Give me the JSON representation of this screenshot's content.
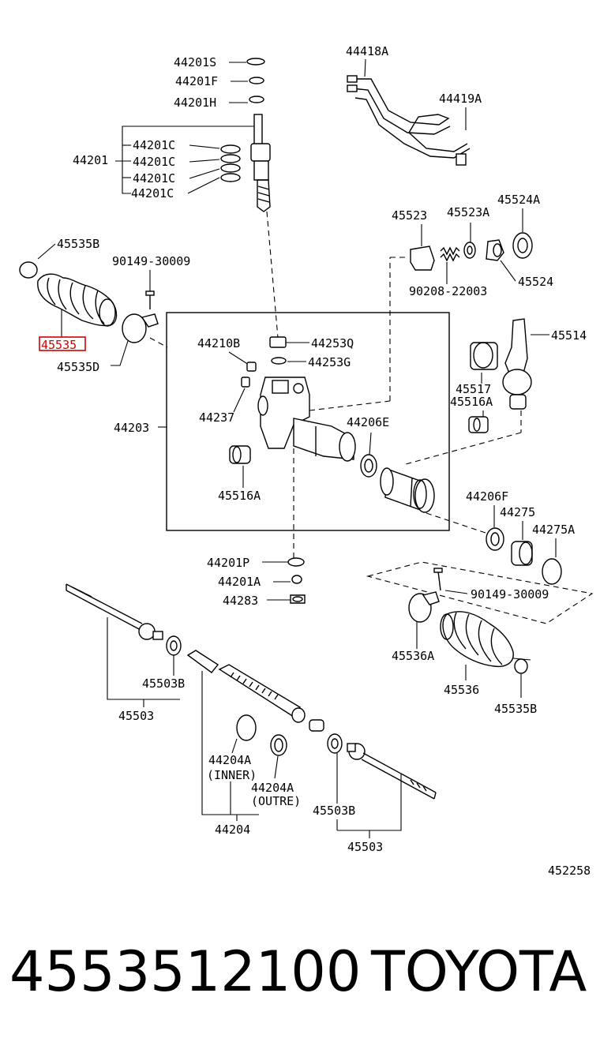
{
  "callouts": {
    "c44201S": "44201S",
    "c44201F": "44201F",
    "c44201H": "44201H",
    "c44201": "44201",
    "c44201C_1": "44201C",
    "c44201C_2": "44201C",
    "c44201C_3": "44201C",
    "c44201C_4": "44201C",
    "c44418A": "44418A",
    "c44419A": "44419A",
    "c45535B_top": "45535B",
    "c90149_top": "90149-30009",
    "c45535": "45535",
    "c45535D": "45535D",
    "c45523": "45523",
    "c45523A": "45523A",
    "c45524A": "45524A",
    "c45524": "45524",
    "c90208": "90208-22003",
    "c45514": "45514",
    "c44210B": "44210B",
    "c44253Q": "44253Q",
    "c44253G": "44253G",
    "c44237": "44237",
    "c44203": "44203",
    "c44206E": "44206E",
    "c45517": "45517",
    "c45516A_r": "45516A",
    "c45516A": "45516A",
    "c44206F": "44206F",
    "c44275": "44275",
    "c44275A": "44275A",
    "c44201P": "44201P",
    "c44201A": "44201A",
    "c44283": "44283",
    "c90149_bot": "90149-30009",
    "c45536A": "45536A",
    "c45536": "45536",
    "c45535B_bot": "45535B",
    "c45503B_l": "45503B",
    "c45503_l": "45503",
    "c44204A_in": "44204A",
    "c_inner": "(INNER)",
    "c44204A_out": "44204A",
    "c_outre": "(OUTRE)",
    "c45503B_r": "45503B",
    "c44204": "44204",
    "c45503_r": "45503",
    "c452258": "452258"
  },
  "highlight_color": "#d40000",
  "footer": {
    "part_number": "4553512100",
    "brand": "TOYOTA"
  }
}
